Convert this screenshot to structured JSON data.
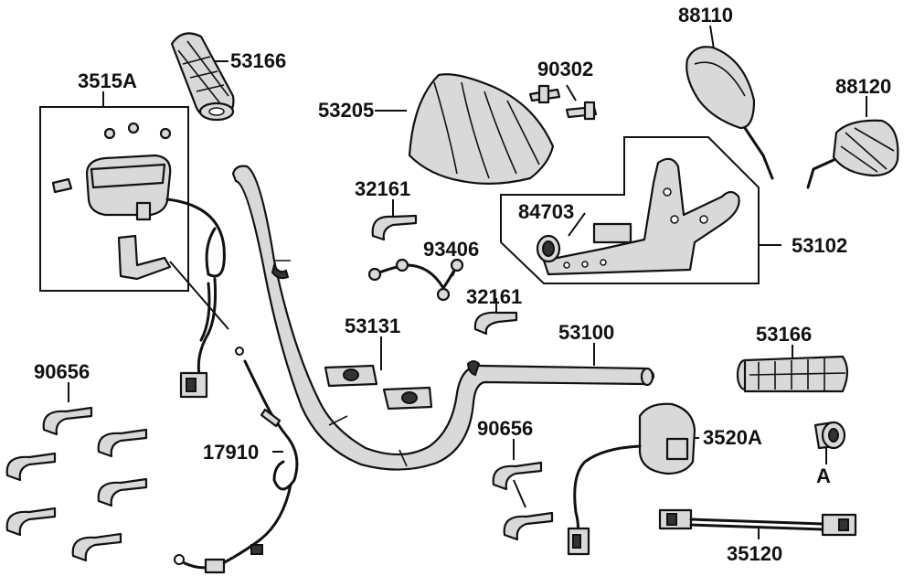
{
  "diagram": {
    "labels": {
      "p53166_top": "53166",
      "p3515A": "3515A",
      "p53205": "53205",
      "p90302": "90302",
      "p88110": "88110",
      "p88120": "88120",
      "p32161_a": "32161",
      "p84703": "84703",
      "p53102": "53102",
      "p93406": "93406",
      "p32161_b": "32161",
      "p53131": "53131",
      "p53100": "53100",
      "p53166_right": "53166",
      "p90656_left": "90656",
      "p90656_mid": "90656",
      "p3520A": "3520A",
      "pA": "A",
      "p17910": "17910",
      "p35120": "35120"
    }
  }
}
